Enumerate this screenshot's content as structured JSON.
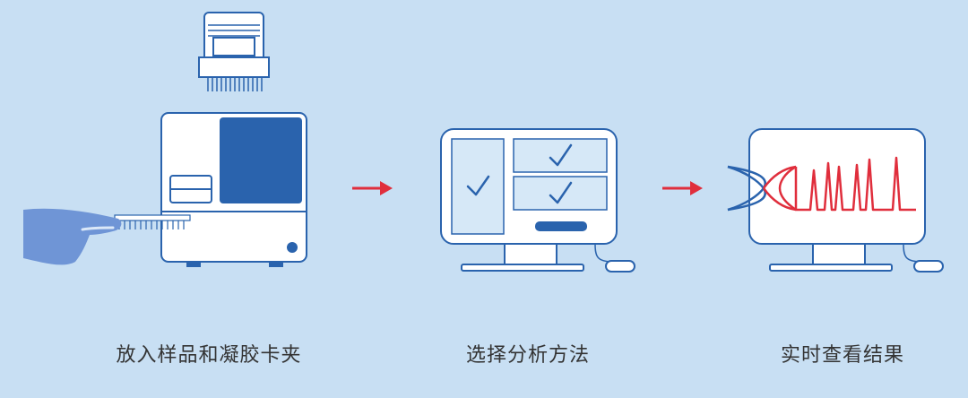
{
  "colors": {
    "background": "#c8dff3",
    "outline": "#2a63ad",
    "panel": "#d6e8f7",
    "screen_fill": "#ffffff",
    "accent_blue": "#2a63ad",
    "arrow_red": "#e02e3c",
    "glove": "#6f95d6",
    "label_text": "#333333"
  },
  "steps": [
    {
      "label": "放入样品和凝胶卡夹",
      "icon": "sample-loading-machine-icon"
    },
    {
      "label": "选择分析方法",
      "icon": "computer-checklist-icon"
    },
    {
      "label": "实时查看结果",
      "icon": "computer-dna-peaks-icon"
    }
  ],
  "arrows": [
    "right-arrow-icon",
    "right-arrow-icon"
  ]
}
